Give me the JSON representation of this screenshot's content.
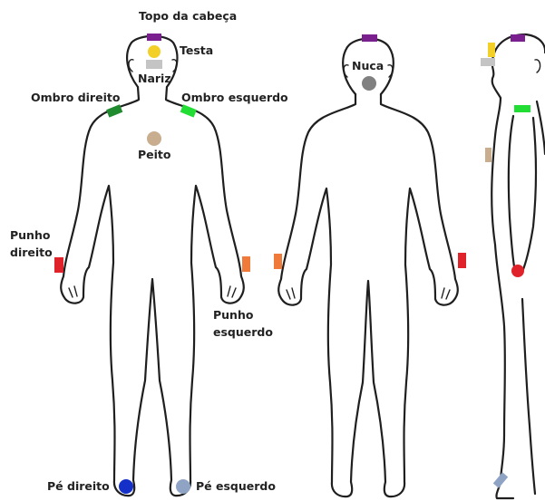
{
  "labels": {
    "topo_cabeca": "Topo da cabeça",
    "testa": "Testa",
    "nariz": "Nariz",
    "ombro_direito": "Ombro direito",
    "ombro_esquerdo": "Ombro esquerdo",
    "peito": "Peito",
    "punho_direito_1": "Punho",
    "punho_direito_2": "direito",
    "punho_esquerdo_1": "Punho",
    "punho_esquerdo_2": "esquerdo",
    "pe_direito": "Pé direito",
    "pe_esquerdo": "Pé esquerdo",
    "nuca": "Nuca"
  },
  "colors": {
    "topo_cabeca": "#7a1f8e",
    "testa": "#f2d027",
    "nariz": "#c4c4c4",
    "ombro_direito": "#1f8a2e",
    "ombro_esquerdo": "#22dd33",
    "peito": "#c8ad8e",
    "punho_direito": "#e0232b",
    "punho_esquerdo": "#f07a3a",
    "pe_direito": "#1530c8",
    "pe_esquerdo": "#8fa4c4",
    "nuca": "#808080",
    "outline": "#1f1f1f"
  },
  "icons": {
    "front_figure": "human-body-front-icon",
    "back_figure": "human-body-back-icon",
    "side_figure": "human-body-side-icon"
  }
}
